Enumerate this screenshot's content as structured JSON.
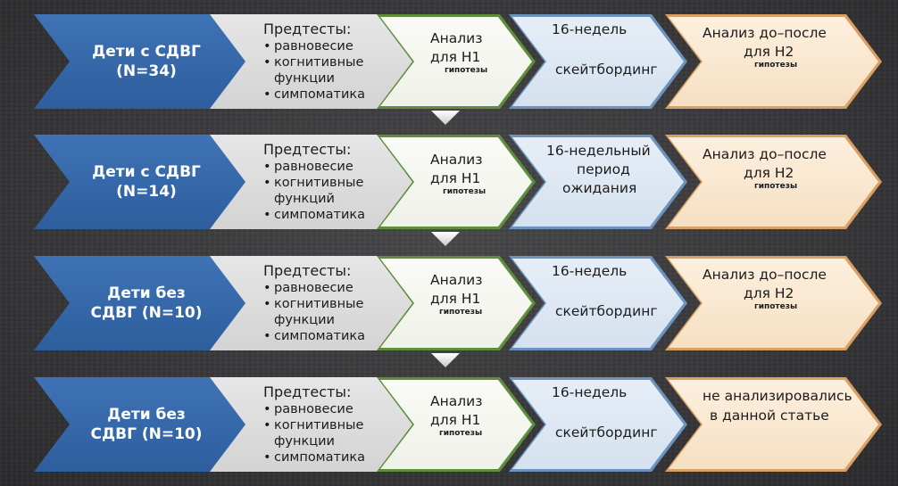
{
  "rows": [
    {
      "group": [
        "Дети с СДВГ",
        "(N=34)"
      ],
      "pretest_title": "Предтесты:",
      "pretest_items": [
        "равновесие",
        "когнитивные",
        "функции",
        "симпоматика"
      ],
      "h1": [
        "Анализ",
        "для H1",
        "гипотезы"
      ],
      "intervention": [
        "16-недель",
        "скейтбординг"
      ],
      "outcome": [
        "Анализ до–после",
        "для H2",
        "гипотезы"
      ]
    },
    {
      "group": [
        "Дети с СДВГ",
        "(N=14)"
      ],
      "pretest_title": "Предтесты:",
      "pretest_items": [
        "равновесие",
        "когнитивные",
        "функций",
        "симпоматика"
      ],
      "h1": [
        "Анализ",
        "для H1",
        "гипотезы"
      ],
      "intervention": [
        "16-недельный",
        "период",
        "ожидания"
      ],
      "outcome": [
        "Анализ до–после",
        "для H2",
        "гипотезы"
      ]
    },
    {
      "group": [
        "Дети без",
        "СДВГ (N=10)"
      ],
      "pretest_title": "Предтесты:",
      "pretest_items": [
        "равновесие",
        "когнитивные",
        "функции",
        "симпоматика"
      ],
      "h1": [
        "Анализ",
        "для H1",
        "гипотезы"
      ],
      "intervention": [
        "16-недель",
        "скейтбординг"
      ],
      "outcome": [
        "Анализ до–после",
        "для H2",
        "гипотезы"
      ]
    },
    {
      "group": [
        "Дети без",
        "СДВГ (N=10)"
      ],
      "pretest_title": "Предтесты:",
      "pretest_items": [
        "равновесие",
        "когнитивные",
        "функции",
        "симпоматика"
      ],
      "h1": [
        "Анализ",
        "для H1",
        "гипотезы"
      ],
      "intervention": [
        "16-недель",
        "скейтбординг"
      ],
      "outcome": [
        "не анализировались",
        "в данной статье"
      ]
    }
  ],
  "colors": {
    "group": "#3568a8",
    "pretest": "#dcdcdc",
    "h1_border": "#5e8e3a",
    "intervention_border": "#6b93bd",
    "outcome_border": "#d99f63"
  }
}
